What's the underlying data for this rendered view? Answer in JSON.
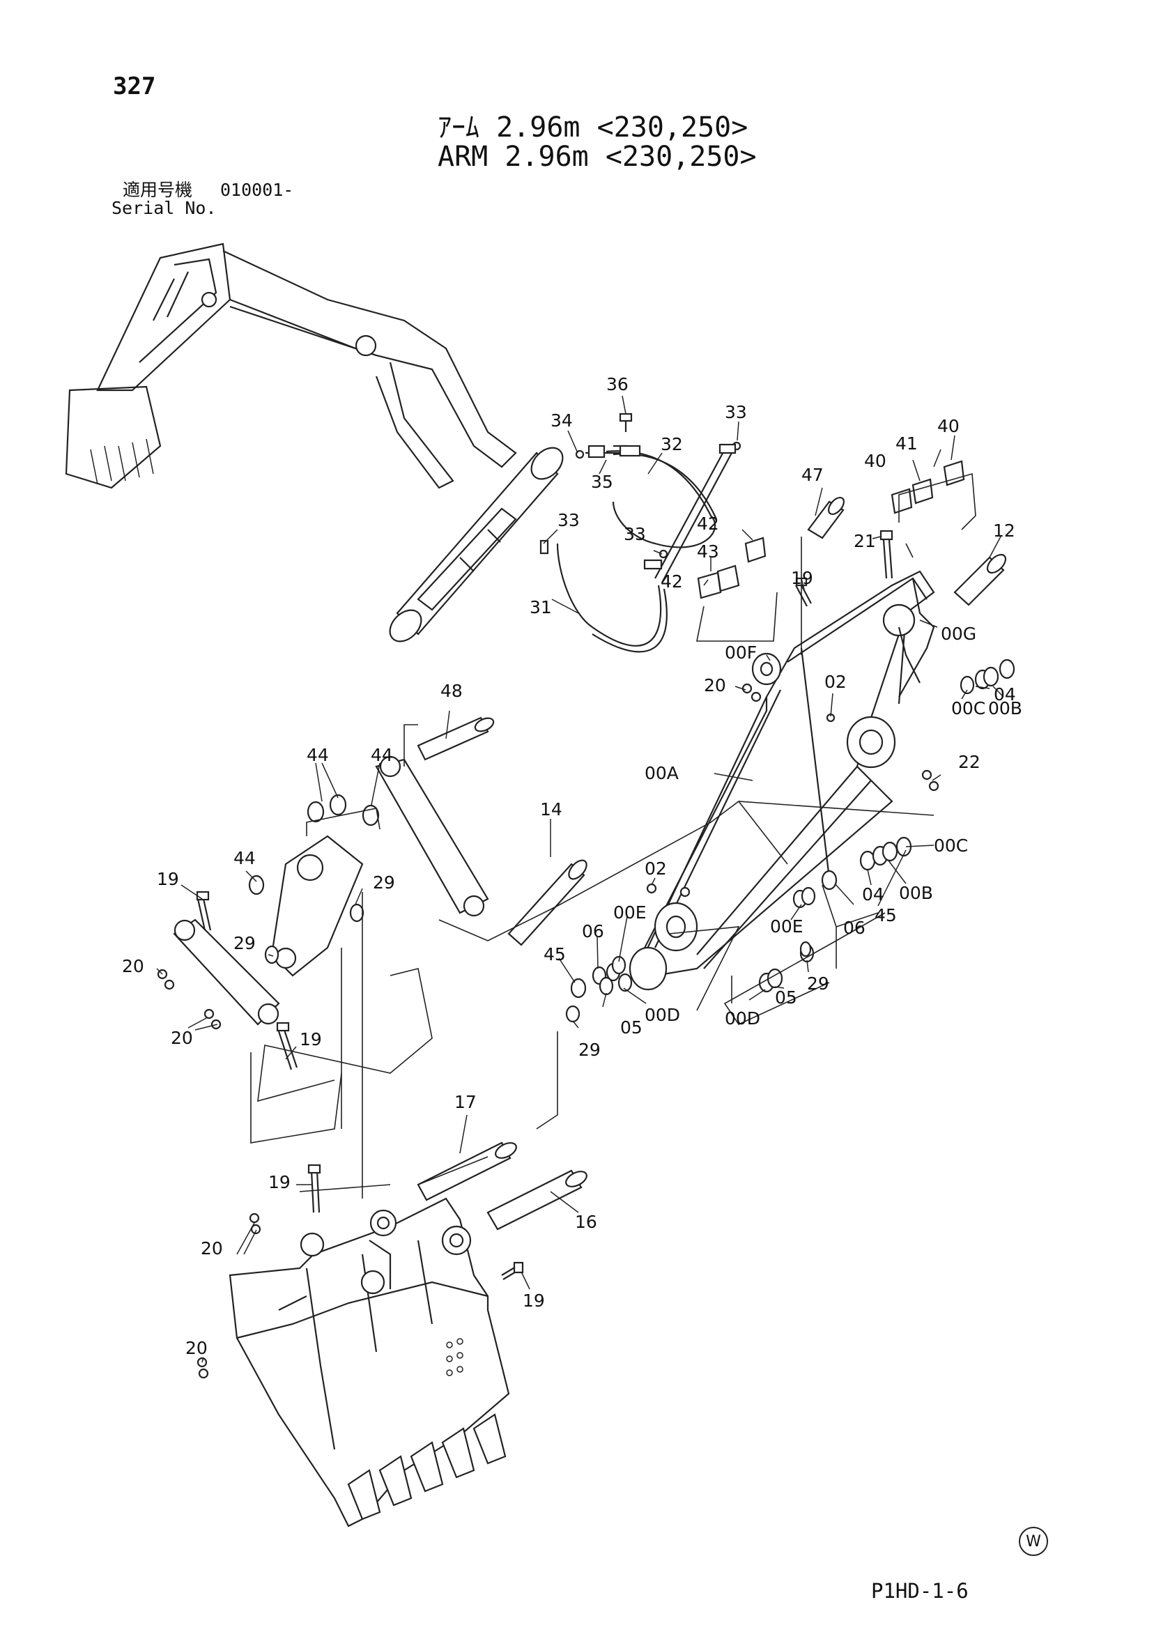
{
  "header": {
    "page_number": "327",
    "title_jp": "ｱｰﾑ 2.96m <230,250>",
    "title_en": "ARM 2.96m <230,250>",
    "serial_label_jp": "適用号機",
    "serial_value": "010001-",
    "serial_label_en": "Serial No."
  },
  "footer": {
    "watermark": "W",
    "drawing_code": "P1HD-1-6"
  },
  "labels": [
    {
      "id": "l36",
      "text": "36"
    },
    {
      "id": "l34",
      "text": "34"
    },
    {
      "id": "l35",
      "text": "35"
    },
    {
      "id": "l32",
      "text": "32"
    },
    {
      "id": "l33a",
      "text": "33"
    },
    {
      "id": "l33b",
      "text": "33"
    },
    {
      "id": "l33c",
      "text": "33"
    },
    {
      "id": "l31",
      "text": "31"
    },
    {
      "id": "l47",
      "text": "47"
    },
    {
      "id": "l41",
      "text": "41"
    },
    {
      "id": "l40a",
      "text": "40"
    },
    {
      "id": "l40b",
      "text": "40"
    },
    {
      "id": "l42a",
      "text": "42"
    },
    {
      "id": "l43",
      "text": "43"
    },
    {
      "id": "l42b",
      "text": "42"
    },
    {
      "id": "l21",
      "text": "21"
    },
    {
      "id": "l12",
      "text": "12"
    },
    {
      "id": "l19a",
      "text": "19"
    },
    {
      "id": "l00G",
      "text": "00G"
    },
    {
      "id": "l00F",
      "text": "00F"
    },
    {
      "id": "l20a",
      "text": "20"
    },
    {
      "id": "l02a",
      "text": "02"
    },
    {
      "id": "l04a",
      "text": "04"
    },
    {
      "id": "l00Ca",
      "text": "00C"
    },
    {
      "id": "l00Ba",
      "text": "00B"
    },
    {
      "id": "l48",
      "text": "48"
    },
    {
      "id": "l00A",
      "text": "00A"
    },
    {
      "id": "l22",
      "text": "22"
    },
    {
      "id": "l44a",
      "text": "44"
    },
    {
      "id": "l44b",
      "text": "44"
    },
    {
      "id": "l14",
      "text": "14"
    },
    {
      "id": "l00Cb",
      "text": "00C"
    },
    {
      "id": "l04b",
      "text": "04"
    },
    {
      "id": "l00Bb",
      "text": "00B"
    },
    {
      "id": "l44c",
      "text": "44"
    },
    {
      "id": "l19b",
      "text": "19"
    },
    {
      "id": "l29a",
      "text": "29"
    },
    {
      "id": "l02b",
      "text": "02"
    },
    {
      "id": "l00Ea",
      "text": "00E"
    },
    {
      "id": "l06a",
      "text": "06"
    },
    {
      "id": "l45a",
      "text": "45"
    },
    {
      "id": "l00Eb",
      "text": "00E"
    },
    {
      "id": "l06b",
      "text": "06"
    },
    {
      "id": "l29b",
      "text": "29"
    },
    {
      "id": "l20b",
      "text": "20"
    },
    {
      "id": "l45b",
      "text": "45"
    },
    {
      "id": "l05a",
      "text": "05"
    },
    {
      "id": "l00Da",
      "text": "00D"
    },
    {
      "id": "l29c",
      "text": "29"
    },
    {
      "id": "l00Db",
      "text": "00D"
    },
    {
      "id": "l05b",
      "text": "05"
    },
    {
      "id": "l20c",
      "text": "20"
    },
    {
      "id": "l19c",
      "text": "19"
    },
    {
      "id": "l29d",
      "text": "29"
    },
    {
      "id": "l17",
      "text": "17"
    },
    {
      "id": "l19d",
      "text": "19"
    },
    {
      "id": "l16",
      "text": "16"
    },
    {
      "id": "l20d",
      "text": "20"
    },
    {
      "id": "l19e",
      "text": "19"
    },
    {
      "id": "l20e",
      "text": "20"
    }
  ]
}
